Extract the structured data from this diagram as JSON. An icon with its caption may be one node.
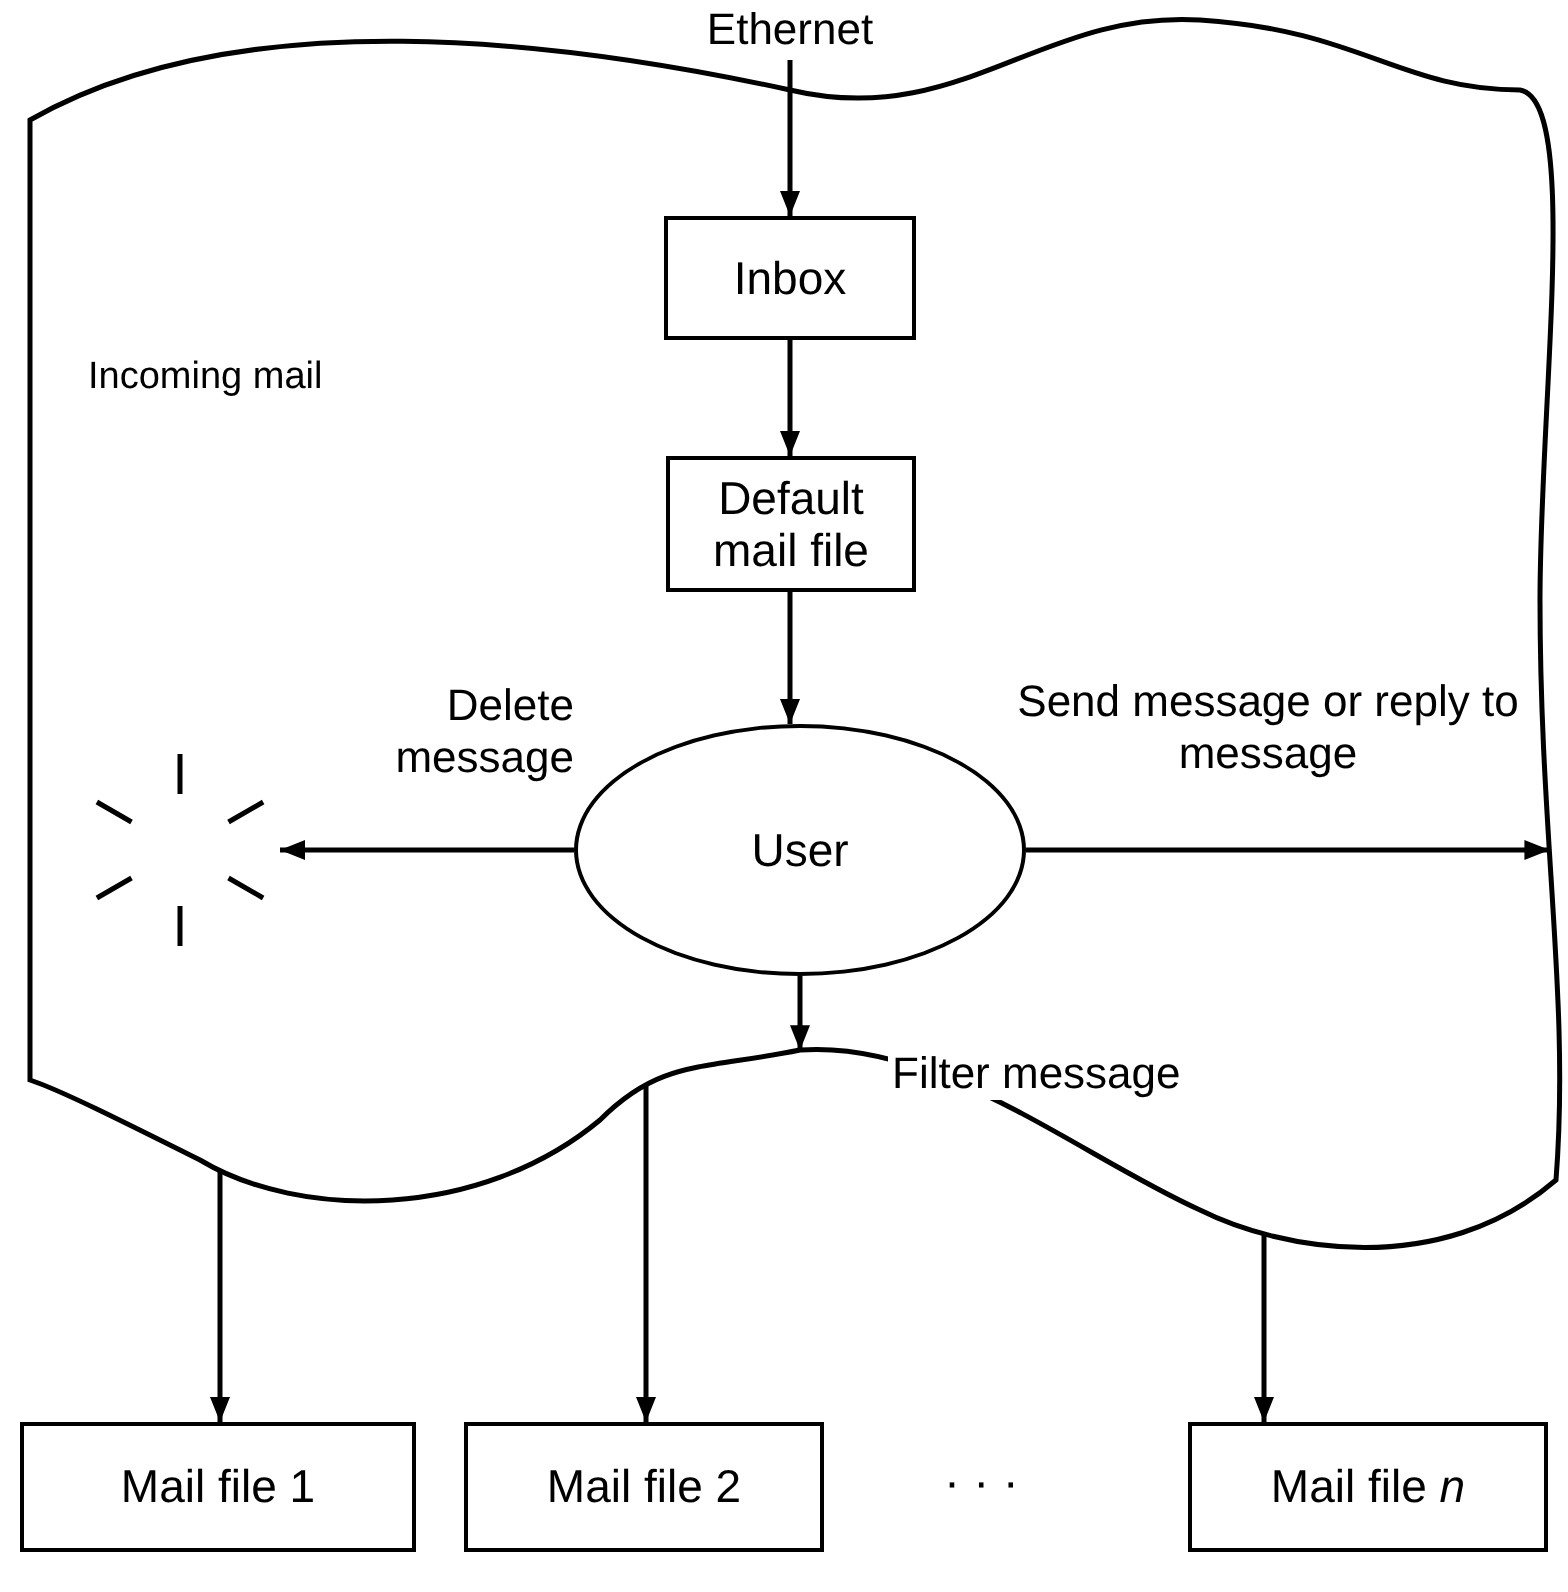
{
  "diagram": {
    "nodes": [
      {
        "text": [
          "Incoming mail"
        ]
      },
      {
        "text": [
          "Ethernet"
        ]
      },
      {
        "text": [
          "Inbox"
        ],
        "in": 0
      },
      {
        "text": [
          "Default mail file"
        ],
        "in": 0
      },
      {
        "text": [
          "User"
        ],
        "in": 0
      },
      {
        "text": [],
        "shape": "burst",
        "in": 0
      },
      {
        "text": [
          "Mail file 1"
        ]
      },
      {
        "text": [
          "Mail file 2"
        ]
      },
      {
        "text": [
          "Mail file *n*"
        ]
      }
    ],
    "edges": [
      {
        "from": 1,
        "to": 2,
        "arrow": "to"
      },
      {
        "from": 2,
        "to": 3,
        "arrow": "to"
      },
      {
        "from": 3,
        "to": 4,
        "arrow": "to"
      },
      {
        "from": 4,
        "to": 5,
        "arrow": "to",
        "label": "Delete message"
      },
      {
        "from": 4,
        "to": null,
        "arrow": "to",
        "label": "Send message or reply to message"
      },
      {
        "from": 4,
        "to": null,
        "arrow": "to",
        "label": "Filter message"
      },
      {
        "from": 0,
        "to": 6,
        "arrow": "to"
      },
      {
        "from": 0,
        "to": 7,
        "arrow": "to"
      },
      {
        "from": 0,
        "to": 8,
        "arrow": "to"
      }
    ],
    "labels": [
      "· · ·"
    ]
  }
}
